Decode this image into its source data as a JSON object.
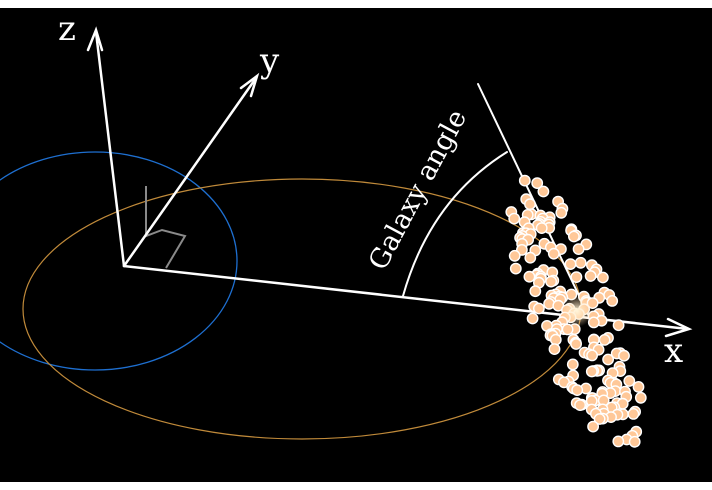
{
  "labels": {
    "z_axis": "z",
    "y_axis": "y",
    "x_axis": "x",
    "angle": "Galaxy angle"
  },
  "colors": {
    "background": "#000000",
    "axes": "#ffffff",
    "orbit_blue": "#1e6fd0",
    "orbit_orange": "#c08a3a",
    "right_angle_marker": "#8a8a8a",
    "star_fill": "#ffc898",
    "star_edge": "#ffffff",
    "galaxy_core": "#fff0c8"
  },
  "icons": {
    "galaxy": "disk-galaxy-of-stars"
  }
}
